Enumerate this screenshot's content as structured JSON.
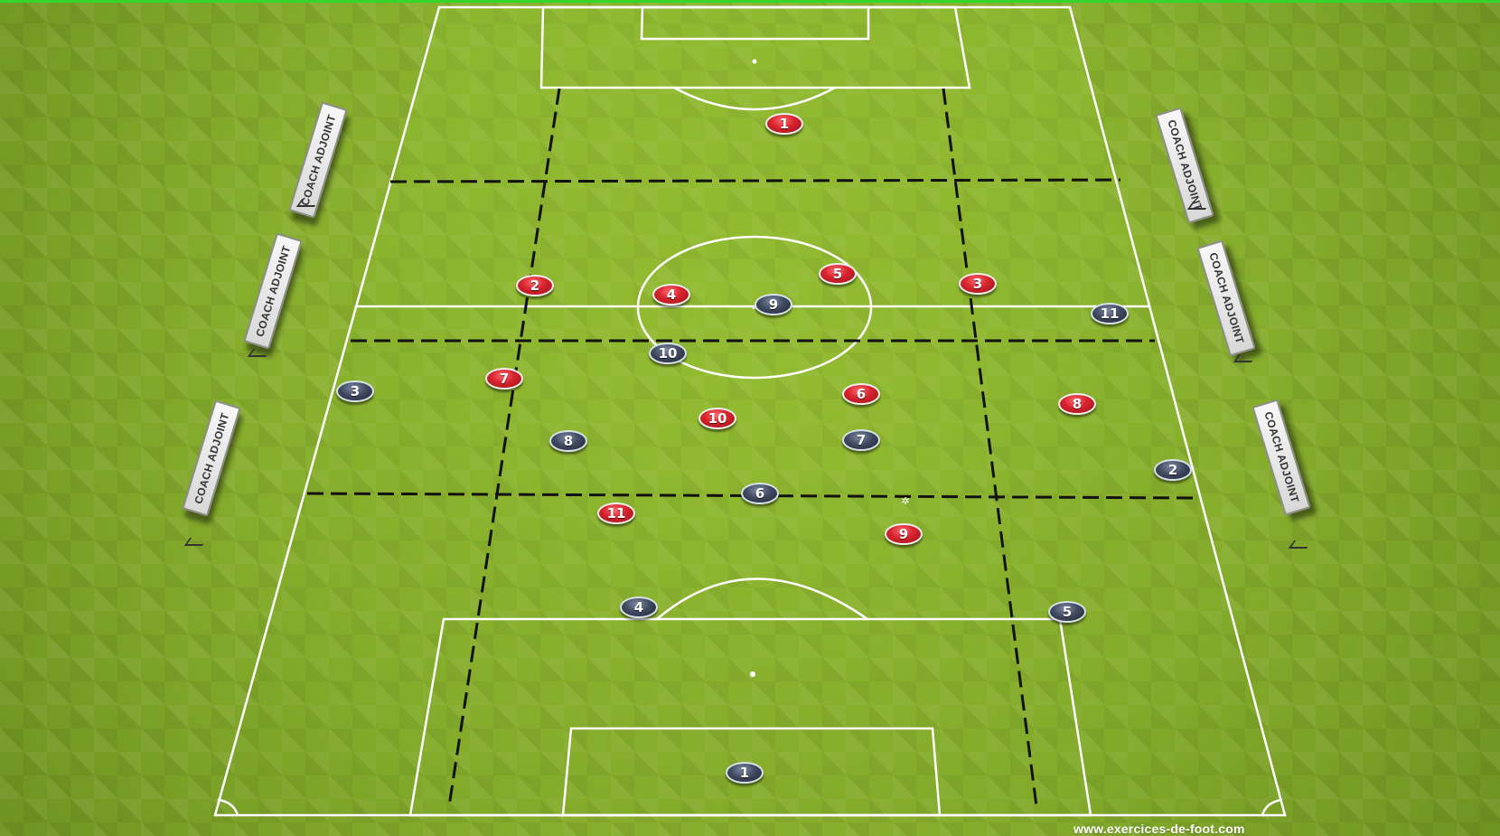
{
  "colors": {
    "red_team": "#d8252f",
    "blue_team": "#414c62",
    "pitch_green": "#86ad2c",
    "line_white": "#ffffff",
    "zone_line": "#111111"
  },
  "ads": {
    "left": [
      "COACH ADJOINT",
      "COACH ADJOINT",
      "COACH ADJOINT"
    ],
    "right": [
      "COACH ADJOINT",
      "COACH ADJOINT",
      "COACH ADJOINT"
    ]
  },
  "players": {
    "red": [
      "1",
      "2",
      "4",
      "5",
      "3",
      "7",
      "6",
      "10",
      "8",
      "11",
      "9"
    ],
    "blue": [
      "9",
      "11",
      "10",
      "3",
      "8",
      "7",
      "2",
      "6",
      "4",
      "5",
      "1"
    ]
  },
  "footer": {
    "url": "www.exercices-de-foot.com"
  }
}
